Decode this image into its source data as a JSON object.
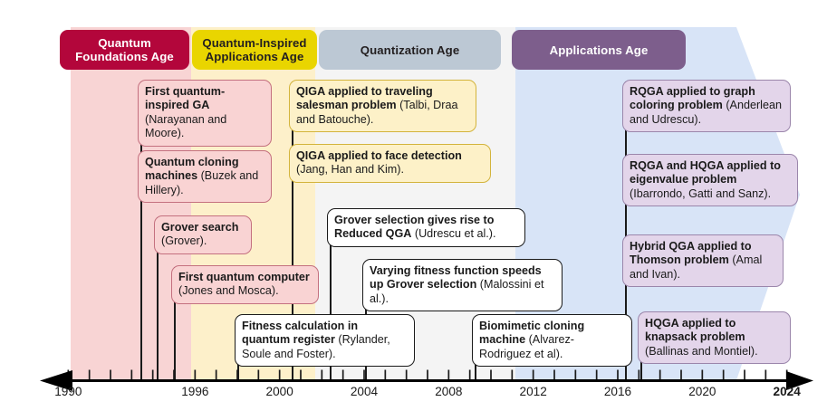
{
  "figure": {
    "type": "timeline",
    "title": "",
    "axis": {
      "name": "year-axis",
      "start_year": 1989,
      "end_year": 2025,
      "tick_interval_years": 1,
      "label_interval_years": 4,
      "labels": [
        "1990",
        "1996",
        "2000",
        "2004",
        "2008",
        "2012",
        "2016",
        "2020",
        "2024"
      ],
      "label_years": [
        1990,
        1996,
        2000,
        2004,
        2008,
        2012,
        2016,
        2020,
        2024
      ],
      "current_label": "2024",
      "arrow_left": true,
      "arrow_right": true
    }
  },
  "eras": [
    {
      "key": "foundations",
      "label": "Quantum\nFoundations Age",
      "line1": "Quantum",
      "line2": "Foundations Age",
      "pill_color": "#b3063b",
      "pill_text_color": "#ffffff",
      "band_color": "#f8d4d4"
    },
    {
      "key": "inspired",
      "label": "Quantum-Inspired\nApplications Age",
      "line1": "Quantum-Inspired",
      "line2": "Applications Age",
      "pill_color": "#e9d500",
      "pill_text_color": "#231f20",
      "band_color": "#fdf0ca"
    },
    {
      "key": "quantization",
      "label": "Quantization Age",
      "line1": "Quantization Age",
      "line2": "",
      "pill_color": "#bcc8d4",
      "pill_text_color": "#231f20",
      "band_color": "#f4f4f4"
    },
    {
      "key": "applications",
      "label": "Applications Age",
      "line1": "Applications Age",
      "line2": "",
      "pill_color": "#7d5e8c",
      "pill_text_color": "#ffffff",
      "band_color": "#d8e4f7"
    }
  ],
  "events": [
    {
      "id": "first-quantum-inspired-ga",
      "title": "First quantum-inspired GA",
      "attribution": "(Narayanan and Moore).",
      "era": "foundations",
      "style": "pink"
    },
    {
      "id": "quantum-cloning-machines",
      "title": "Quantum cloning machines",
      "attribution": "(Buzek and Hillery).",
      "era": "foundations",
      "style": "pink"
    },
    {
      "id": "grover-search",
      "title": "Grover search",
      "attribution": "(Grover).",
      "era": "foundations",
      "style": "pink"
    },
    {
      "id": "first-quantum-computer",
      "title": "First quantum computer",
      "attribution": "(Jones and Mosca).",
      "era": "foundations",
      "style": "pink"
    },
    {
      "id": "qiga-traveling-salesman",
      "title": "QIGA applied to traveling salesman problem",
      "attribution": "(Talbi, Draa and Batouche).",
      "era": "inspired",
      "style": "cream"
    },
    {
      "id": "qiga-face-detection",
      "title": "QIGA applied to face detection",
      "attribution": "(Jang, Han and Kim).",
      "era": "inspired",
      "style": "cream"
    },
    {
      "id": "fitness-calculation-quantum-register",
      "title": "Fitness calculation in quantum register",
      "attribution": "(Rylander, Soule and Foster).",
      "era": "inspired",
      "style": "white"
    },
    {
      "id": "grover-selection-reduced-qga",
      "title": "Grover selection gives rise to Reduced QGA",
      "attribution": "(Udrescu et al.).",
      "era": "quantization",
      "style": "white"
    },
    {
      "id": "varying-fitness-function",
      "title": "Varying fitness function speeds up Grover selection",
      "attribution": "(Malossini et al.).",
      "era": "quantization",
      "style": "white"
    },
    {
      "id": "biomimetic-cloning-machine",
      "title": "Biomimetic cloning machine",
      "attribution": "(Alvarez-Rodriguez et al).",
      "era": "quantization",
      "style": "white"
    },
    {
      "id": "rqga-graph-coloring",
      "title": "RQGA applied to graph coloring problem",
      "attribution": "(Anderlean and Udrescu).",
      "era": "applications",
      "style": "purple"
    },
    {
      "id": "rqga-hqga-eigenvalue",
      "title": "RQGA and HQGA applied to eigenvalue problem",
      "attribution": "(Ibarrondo, Gatti and Sanz).",
      "era": "applications",
      "style": "purple"
    },
    {
      "id": "hybrid-qga-thomson",
      "title": "Hybrid QGA applied to Thomson problem",
      "attribution": "(Amal and Ivan).",
      "era": "applications",
      "style": "purple"
    },
    {
      "id": "hqga-knapsack",
      "title": "HQGA applied to knapsack problem",
      "attribution": "(Ballinas and Montiel).",
      "era": "applications",
      "style": "purple"
    }
  ],
  "colors": {
    "foundations_pill": "#b3063b",
    "inspired_pill": "#e9d500",
    "quantization_pill": "#bcc8d4",
    "applications_pill": "#7d5e8c",
    "applications_band": "#d8e4f7",
    "axis": "#000000"
  }
}
